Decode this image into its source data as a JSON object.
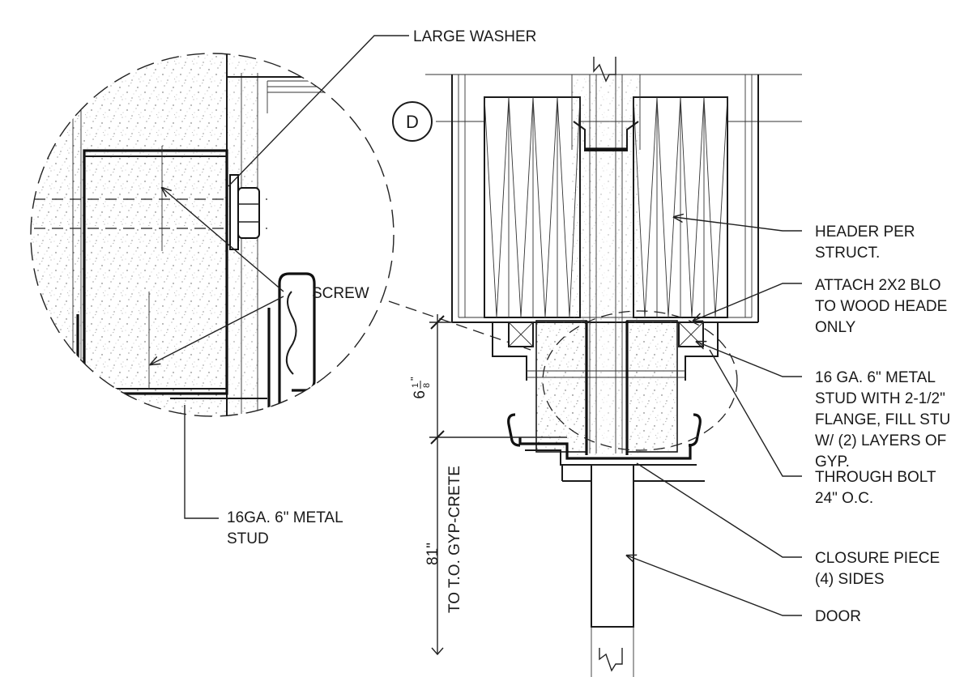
{
  "labels": {
    "large_washer": "LARGE WASHER",
    "screw": "SCREW",
    "metal_stud_line1": "16GA. 6\" METAL",
    "metal_stud_line2": "STUD",
    "detail_marker": "D",
    "header_line1": "HEADER PER",
    "header_line2": "STRUCT.",
    "attach_line1": "ATTACH 2X2 BLO",
    "attach_line2": "TO WOOD HEADE",
    "attach_line3": "ONLY",
    "stud16_line1": "16 GA. 6\" METAL",
    "stud16_line2": "STUD WITH 2-1/2\"",
    "stud16_line3": "FLANGE, FILL STU",
    "stud16_line4": "W/ (2) LAYERS OF",
    "stud16_line5": "GYP.",
    "bolt_line1": "THROUGH BOLT",
    "bolt_line2": "24\" O.C.",
    "closure_line1": "CLOSURE PIECE",
    "closure_line2": "(4) SIDES",
    "door": "DOOR",
    "dim_top_whole": "6",
    "dim_top_num": "1",
    "dim_top_den": "8",
    "dim_top_unit": "\"",
    "dim_bottom_value": "81\"",
    "dim_bottom_ref": "TO T.O. GYP-CRETE"
  }
}
